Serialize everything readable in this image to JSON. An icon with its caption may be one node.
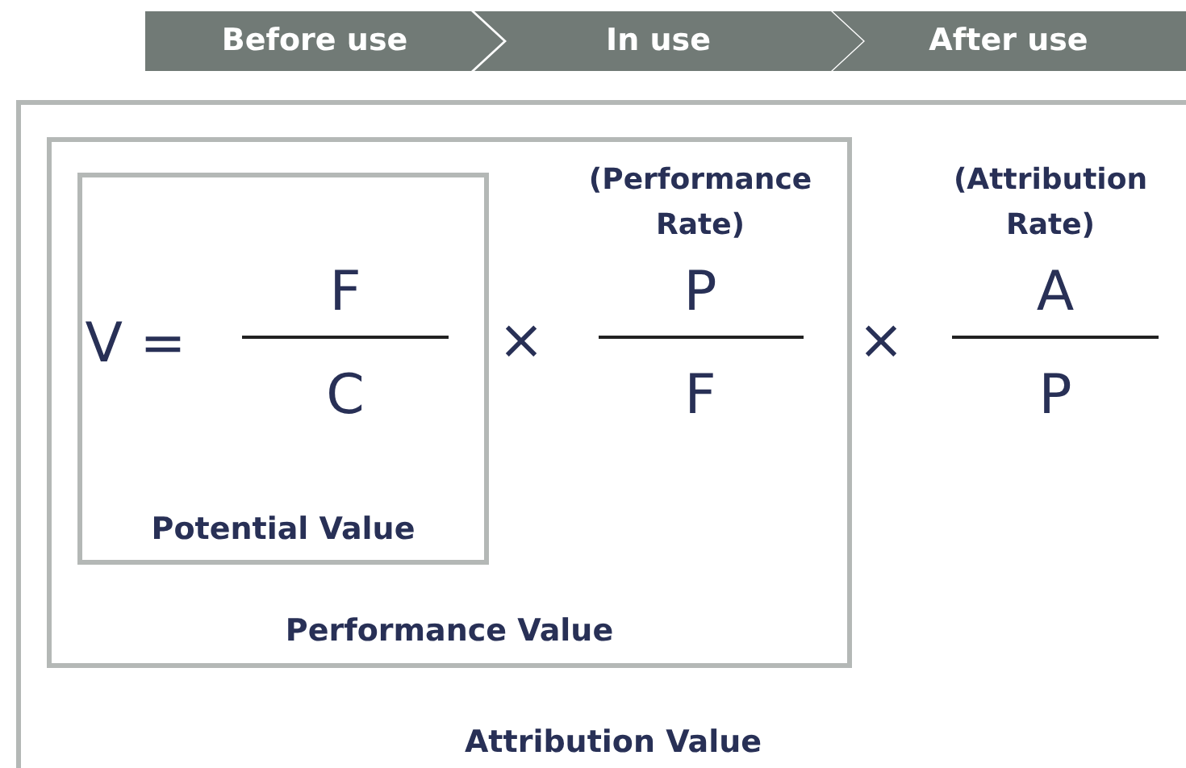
{
  "diagram": {
    "nodes": [
      {
        "text": [
          "Before use"
        ]
      },
      {
        "text": [
          "In use"
        ]
      },
      {
        "text": [
          "After use"
        ]
      },
      {
        "text": [
          "Attribution Value"
        ]
      },
      {
        "text": [
          "Performance Value"
        ],
        "in": 3
      },
      {
        "text": [
          "Potential Value"
        ],
        "in": 4
      }
    ],
    "labels": [
      "(Performance Rate)",
      "(Attribution Rate)",
      "V =",
      "F",
      "C",
      "×",
      "P",
      "F",
      "×",
      "A",
      "P"
    ]
  }
}
